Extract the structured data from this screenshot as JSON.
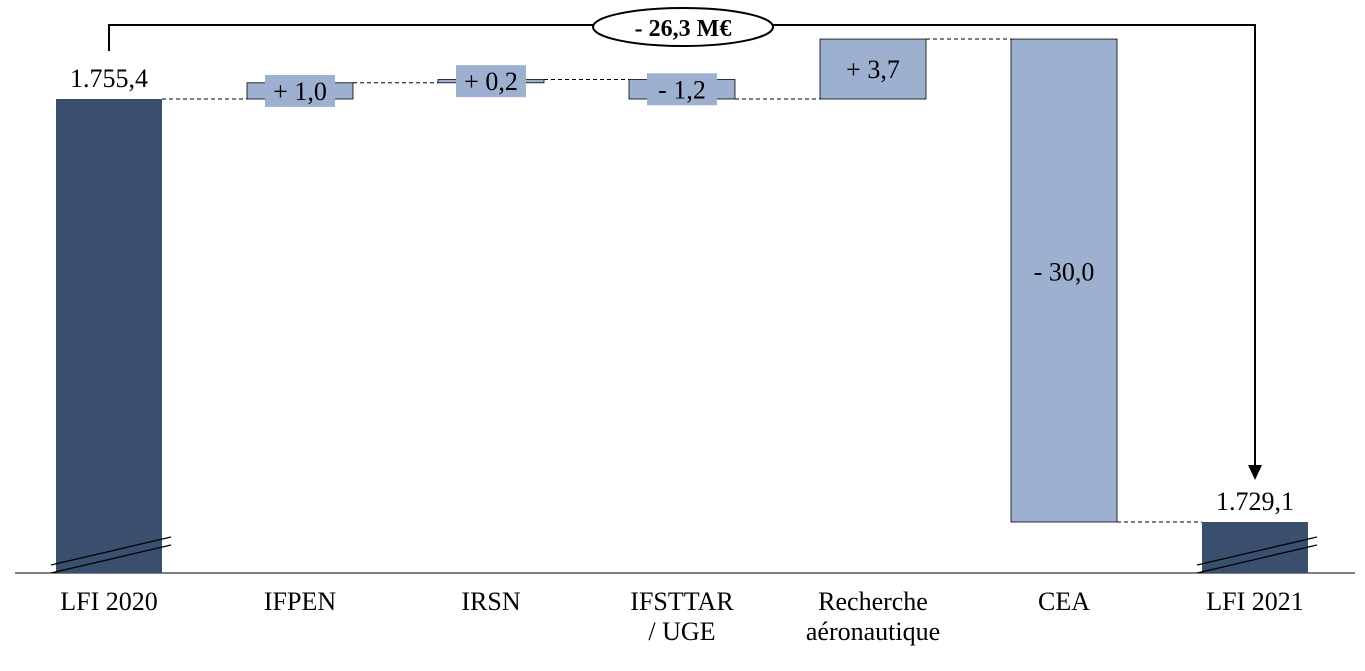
{
  "chart_data": {
    "type": "waterfall",
    "title": "",
    "categories": [
      "LFI 2020",
      "IFPEN",
      "IRSN",
      "IFSTTAR / UGE",
      "Recherche aéronautique",
      "CEA",
      "LFI 2021"
    ],
    "category_lines": [
      [
        "LFI 2020"
      ],
      [
        "IFPEN"
      ],
      [
        "IRSN"
      ],
      [
        "IFSTTAR",
        "/ UGE"
      ],
      [
        "Recherche",
        "aéronautique"
      ],
      [
        "CEA"
      ],
      [
        "LFI 2021"
      ]
    ],
    "values": [
      1755.4,
      1.0,
      0.2,
      -1.2,
      3.7,
      -30.0,
      1729.1
    ],
    "kinds": [
      "total",
      "delta",
      "delta",
      "delta",
      "delta",
      "delta",
      "total"
    ],
    "data_labels": [
      "1.755,4",
      "+ 1,0",
      "+ 0,2",
      "- 1,2",
      "+ 3,7",
      "- 30,0",
      "1.729,1"
    ],
    "total_change_label": "- 26,3 M€",
    "axis_broken": true,
    "colors": {
      "total": "#3a4f6e",
      "delta": "#9db0cf",
      "line": "#000000"
    }
  }
}
